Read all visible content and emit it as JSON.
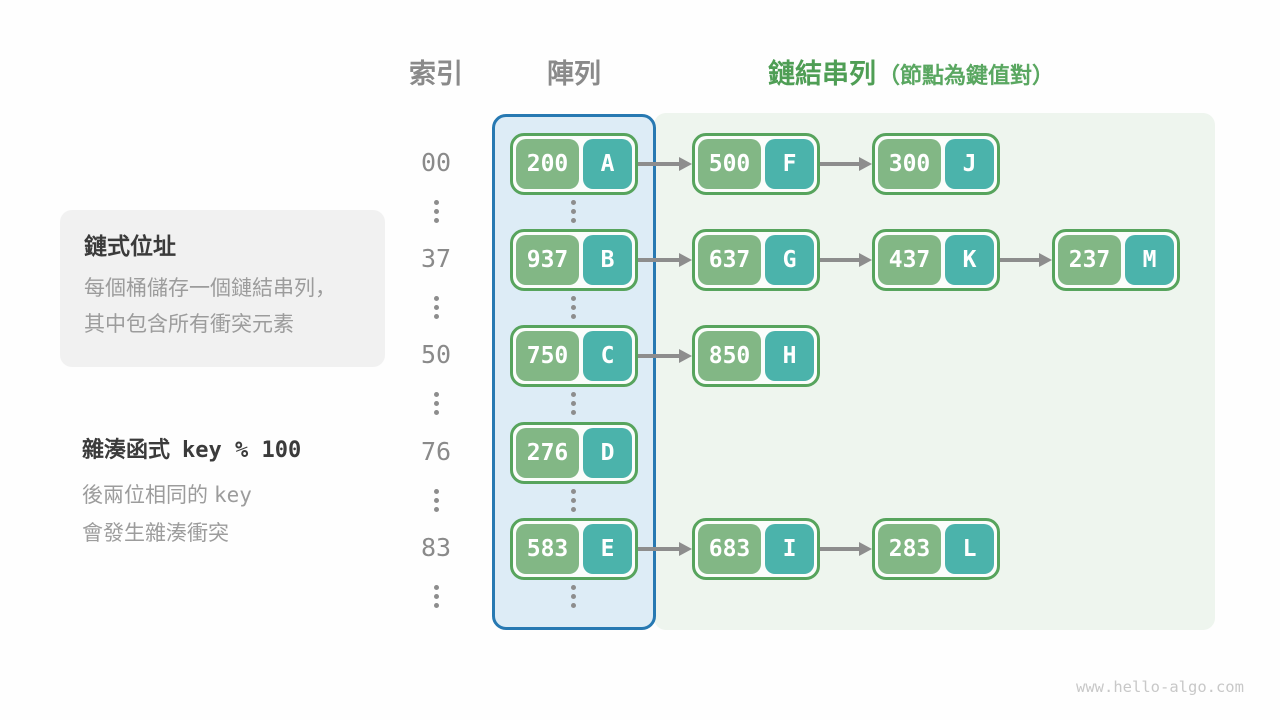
{
  "headers": {
    "index": "索引",
    "array": "陣列",
    "linked_list": "鏈結串列",
    "linked_list_note": "（節點為鍵值對）"
  },
  "callouts": {
    "chaining": {
      "title": "鏈式位址",
      "line1": "每個桶儲存一個鏈結串列，",
      "line2": "其中包含所有衝突元素"
    },
    "hash_fn": {
      "title_prefix": "雜湊函式",
      "title_code": "key % 100",
      "body_line1_prefix": "後兩位相同的",
      "body_line1_code": "key",
      "body_line2": "會發生雜湊衝突"
    }
  },
  "rows": [
    {
      "index": "00",
      "nodes": [
        {
          "key": "200",
          "value": "A"
        },
        {
          "key": "500",
          "value": "F"
        },
        {
          "key": "300",
          "value": "J"
        }
      ]
    },
    {
      "index": "37",
      "nodes": [
        {
          "key": "937",
          "value": "B"
        },
        {
          "key": "637",
          "value": "G"
        },
        {
          "key": "437",
          "value": "K"
        },
        {
          "key": "237",
          "value": "M"
        }
      ]
    },
    {
      "index": "50",
      "nodes": [
        {
          "key": "750",
          "value": "C"
        },
        {
          "key": "850",
          "value": "H"
        }
      ]
    },
    {
      "index": "76",
      "nodes": [
        {
          "key": "276",
          "value": "D"
        }
      ]
    },
    {
      "index": "83",
      "nodes": [
        {
          "key": "583",
          "value": "E"
        },
        {
          "key": "683",
          "value": "I"
        },
        {
          "key": "283",
          "value": "L"
        }
      ]
    }
  ],
  "colors": {
    "header_gray": "#8a8a8a",
    "header_green": "#4f9e55",
    "array_panel_fill": "#ddecf6",
    "array_panel_border": "#2779b2",
    "list_panel_fill": "#eef5ee",
    "node_border": "#57a45d",
    "key_cell_green": "#82b785",
    "value_cell_teal": "#4bb3ab",
    "arrow_gray": "#8d8d8d",
    "callout_bg": "#f1f1f1"
  },
  "watermark": "www.hello-algo.com"
}
